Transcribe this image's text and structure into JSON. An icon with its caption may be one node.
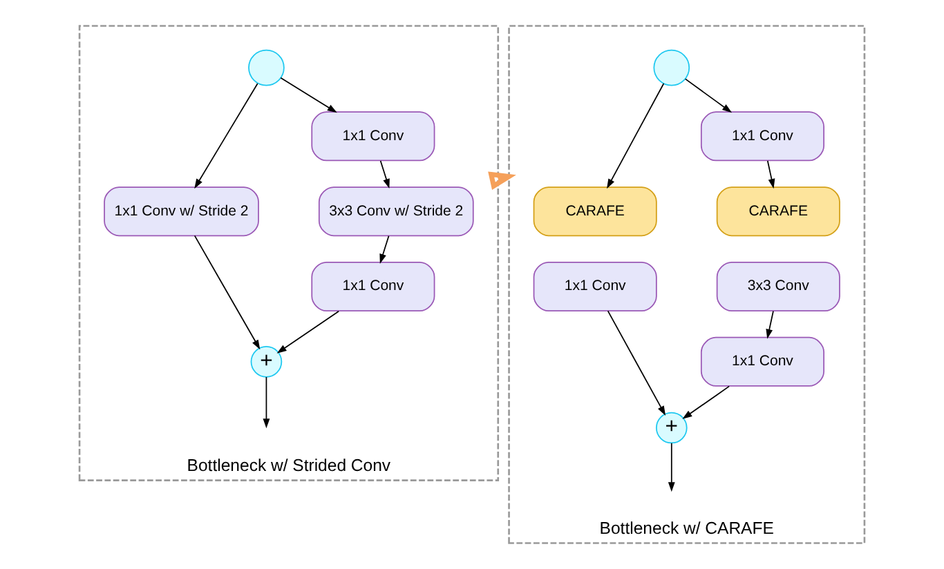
{
  "diagram": {
    "nodes": [
      {
        "text": [
          "Bottleneck w/ Strided Conv"
        ]
      },
      {
        "text": [],
        "shape": "circle",
        "in": 0
      },
      {
        "text": [
          "1x1 Conv"
        ],
        "in": 0
      },
      {
        "text": [
          "1x1 Conv w/ Stride 2"
        ],
        "in": 0
      },
      {
        "text": [
          "3x3 Conv w/ Stride 2"
        ],
        "in": 0
      },
      {
        "text": [
          "1x1 Conv"
        ],
        "in": 0
      },
      {
        "text": [
          "+"
        ],
        "in": 0
      },
      {
        "text": [
          "Bottleneck w/ CARAFE"
        ]
      },
      {
        "text": [],
        "shape": "circle",
        "in": 7
      },
      {
        "text": [
          "CARAFE"
        ],
        "in": 7
      },
      {
        "text": [
          "1x1 Conv"
        ],
        "in": 7
      },
      {
        "text": [
          "1x1 Conv"
        ],
        "in": 7
      },
      {
        "text": [
          "CARAFE"
        ],
        "in": 7
      },
      {
        "text": [
          "3x3 Conv"
        ],
        "in": 7
      },
      {
        "text": [
          "1x1 Conv"
        ],
        "in": 7
      },
      {
        "text": [
          "+"
        ],
        "in": 7
      }
    ],
    "edges": [
      {
        "from": 1,
        "to": 3,
        "arrow": "to"
      },
      {
        "from": 1,
        "to": 2,
        "arrow": "to"
      },
      {
        "from": 2,
        "to": 4,
        "arrow": "to"
      },
      {
        "from": 4,
        "to": 5,
        "arrow": "to"
      },
      {
        "from": 3,
        "to": 6,
        "arrow": "to"
      },
      {
        "from": 5,
        "to": 6,
        "arrow": "to"
      },
      {
        "from": 6,
        "to": null,
        "arrow": "to"
      },
      {
        "from": 0,
        "to": 7,
        "arrow": "to",
        "style": "thick",
        "color": "#f5a05a"
      },
      {
        "from": 8,
        "to": 9,
        "arrow": "to"
      },
      {
        "from": 8,
        "to": 11,
        "arrow": "to"
      },
      {
        "from": 11,
        "to": 12,
        "arrow": "to"
      },
      {
        "from": 13,
        "to": 14,
        "arrow": "to"
      },
      {
        "from": 10,
        "to": 15,
        "arrow": "to"
      },
      {
        "from": 14,
        "to": 15,
        "arrow": "to"
      },
      {
        "from": 15,
        "to": null,
        "arrow": "to"
      }
    ]
  }
}
